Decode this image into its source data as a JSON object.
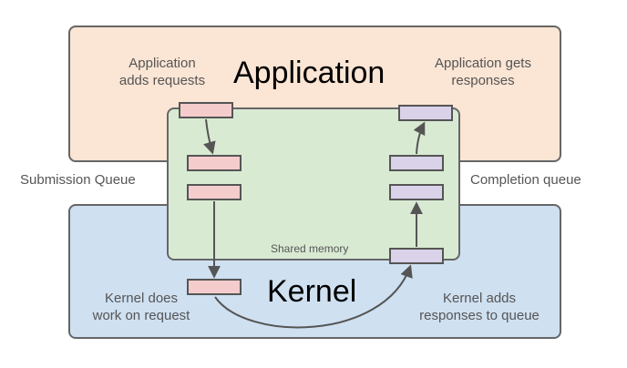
{
  "regions": {
    "application": {
      "label": "Application"
    },
    "kernel": {
      "label": "Kernel"
    },
    "shared": {
      "label": "Shared memory"
    }
  },
  "annotations": {
    "app_adds": "Application\nadds requests",
    "app_gets": "Application gets\nresponses",
    "submission_queue": "Submission Queue",
    "completion_queue": "Completion queue",
    "kernel_does": "Kernel does\nwork on request",
    "kernel_adds": "Kernel adds\nresponses to queue"
  },
  "colors": {
    "application_fill": "#fbe5d4",
    "kernel_fill": "#cfe0f1",
    "shared_fill": "#d9ead3",
    "request_slot": "#f4cccc",
    "response_slot": "#d9d2e9",
    "outline": "#555555"
  }
}
